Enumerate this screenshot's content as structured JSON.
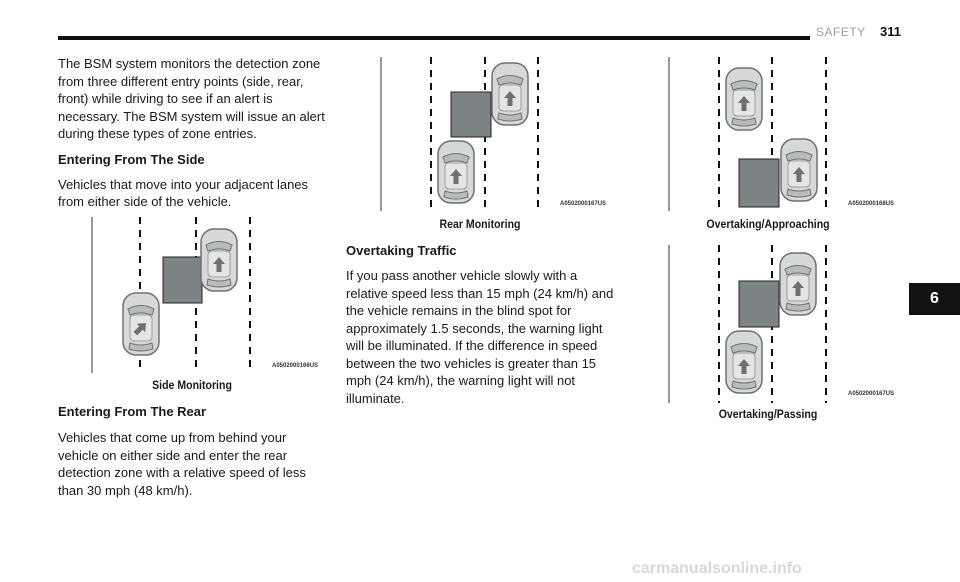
{
  "header": {
    "section": "SAFETY",
    "page_number": "311"
  },
  "intro": "The BSM system monitors the detection zone from three different entry points (side, rear, front) while driving to see if an alert is necessary. The BSM system will issue an alert during these types of zone entries.",
  "sections": {
    "side": {
      "heading": "Entering From The Side",
      "body": "Vehicles that move into your adjacent lanes from either side of the vehicle."
    },
    "rear": {
      "heading": "Entering From The Rear",
      "body": "Vehicles that come up from behind your vehicle on either side and enter the rear detection zone with a relative speed of less than 30 mph (48 km/h)."
    },
    "overtaking": {
      "heading": "Overtaking Traffic",
      "body": "If you pass another vehicle slowly with a relative speed less than 15 mph (24 km/h) and the vehicle remains in the blind spot for approximately 1.5 seconds, the warning light will be illuminated. If the difference in speed between the two vehicles is greater than 15 mph (24 km/h), the warning light will not illuminate."
    }
  },
  "figures": {
    "side": {
      "caption": "Side Monitoring",
      "code": "A0502000166US"
    },
    "rear": {
      "caption": "Rear Monitoring",
      "code": "A0502000167US"
    },
    "approaching": {
      "caption": "Overtaking/Approaching",
      "code": "A0502000168US"
    },
    "passing": {
      "caption": "Overtaking/Passing",
      "code": "A0502000167US"
    }
  },
  "chapter_tab": "6",
  "watermark": "carmanualsonline.info",
  "colors": {
    "zone": "#7d8284",
    "car_body": "#d6d8d9",
    "car_outline": "#6e7072",
    "text": "#1a1a1a"
  }
}
